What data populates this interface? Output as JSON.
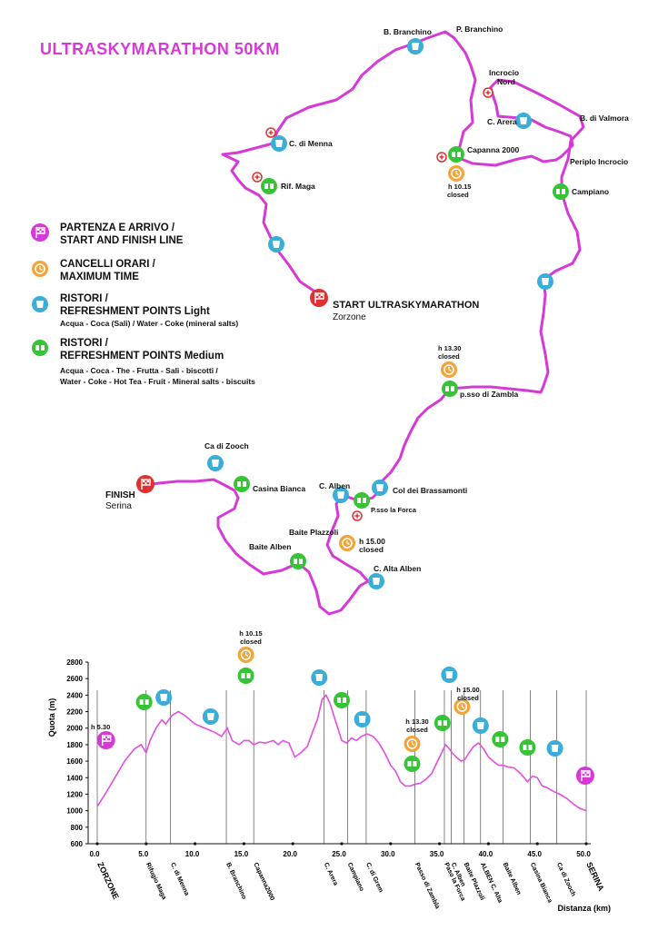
{
  "title": "ULTRASKYMARATHON 50KM",
  "colors": {
    "route": "#d63ad6",
    "start": "#e03030",
    "finish": "#e03030",
    "cutoff": "#f2a43a",
    "light": "#3aaed8",
    "medium": "#36c436",
    "firstaid": "#e03030",
    "profile": "#e14fe0"
  },
  "legend": {
    "start_finish": {
      "line1": "PARTENZA E ARRIVO /",
      "line2": "START AND FINISH LINE"
    },
    "cutoff": {
      "line1": "CANCELLI ORARI /",
      "line2": "MAXIMUM TIME"
    },
    "light": {
      "line1": "RISTORI /",
      "line2": "REFRESHMENT POINTS Light",
      "desc": "Acqua - Coca  (Sali)  / Water - Coke  (mineral salts)"
    },
    "medium": {
      "line1": "RISTORI /",
      "line2": "REFRESHMENT POINTS Medium",
      "desc1": "Acqua - Coca - The - Frutta - Sali - biscotti /",
      "desc2": "Water - Coke - Hot Tea - Fruit - Mineral salts - biscuits"
    }
  },
  "map_labels": {
    "b_branchino": "B. Branchino",
    "p_branchino": "P. Branchino",
    "incrocio_nord_1": "Incrocio",
    "incrocio_nord_2": "Nord",
    "c_arera": "C. Arera",
    "b_valmora": "B. di Valmora",
    "capanna2000": "Capanna 2000",
    "periplo": "Periplo Incrocio",
    "cutoff1_time": "h 10.15",
    "cutoff1_closed": "closed",
    "campiano": "Campiano",
    "c_menna": "C. di Menna",
    "rif_maga": "Rif. Maga",
    "start_1": "START ULTRASKYMARATHON",
    "start_2": "Zorzone",
    "cutoff2_time": "h 13.30",
    "cutoff2_closed": "closed",
    "passo_zambla": "p.sso di Zambla",
    "ca_zooch": "Ca di Zooch",
    "casina_bianca": "Casina Bianca",
    "finish_1": "FINISH",
    "finish_2": "Serina",
    "c_alben": "C. Alben",
    "col_brassamonti": "Col dei Brassamonti",
    "pso_forca": "P.sso la Forca",
    "baite_plazzoli": "Baite Plazzoli",
    "cutoff3_time": "h 15.00",
    "cutoff3_closed": "closed",
    "baite_alben": "Baite Alben",
    "c_alta_alben": "C. Alta Alben"
  },
  "profile": {
    "ylabel": "Quota (m)",
    "xlabel": "Distanza (km)",
    "start_time": "h 5.30",
    "cut1_time": "h 10.15",
    "cut1_closed": "closed",
    "cut2_time": "h 13.30",
    "cut2_closed": "closed",
    "cut3_time": "h 15.00",
    "cut3_closed": "closed",
    "yticks": [
      "600",
      "800",
      "1000",
      "1200",
      "1400",
      "1600",
      "1800",
      "2000",
      "2200",
      "2400",
      "2600",
      "2800"
    ],
    "xticks": [
      "0.0",
      "5.0",
      "10.0",
      "15.0",
      "20.0",
      "25.0",
      "30.0",
      "35.0",
      "40.0",
      "45.0",
      "50.0"
    ],
    "places": [
      {
        "name": "ZORZONE",
        "km": 0.0,
        "bold": true
      },
      {
        "name": "Rifugio Maga",
        "km": 5.0
      },
      {
        "name": "C. di Menna",
        "km": 7.5
      },
      {
        "name": "B. Branchino",
        "km": 13.2
      },
      {
        "name": "Capanna2000",
        "km": 16.0
      },
      {
        "name": "C. Arera",
        "km": 23.2
      },
      {
        "name": "Campiano",
        "km": 25.6
      },
      {
        "name": "C. di Grem",
        "km": 27.5
      },
      {
        "name": "Passo di Zambla",
        "km": 32.5
      },
      {
        "name": "Paso la Forca",
        "km": 35.5
      },
      {
        "name": "C. Alben",
        "km": 36.2
      },
      {
        "name": "Baite Plazzoli",
        "km": 37.5
      },
      {
        "name": "ALBEN C. Alta",
        "km": 39.2
      },
      {
        "name": "Baite Alben",
        "km": 41.5
      },
      {
        "name": "Casina Bianca",
        "km": 44.3
      },
      {
        "name": "Ca di Zooch",
        "km": 47.0
      },
      {
        "name": "SERINA",
        "km": 50.0,
        "bold": true
      }
    ]
  },
  "chart_data": {
    "type": "area",
    "title": "",
    "xlabel": "Distanza (km)",
    "ylabel": "Quota (m)",
    "xlim": [
      0,
      50
    ],
    "ylim": [
      600,
      2800
    ],
    "x": [
      0,
      0.8,
      1.8,
      2.8,
      3.8,
      4.5,
      5.0,
      5.4,
      6.0,
      6.6,
      7.0,
      7.6,
      8.3,
      9.0,
      10.0,
      11.0,
      12.0,
      12.7,
      13.3,
      13.8,
      14.5,
      15.0,
      15.5,
      16.0,
      16.6,
      17.2,
      18.0,
      18.5,
      19.0,
      19.6,
      20.2,
      20.8,
      21.5,
      22.0,
      22.5,
      23.0,
      23.4,
      23.8,
      24.2,
      24.6,
      25.0,
      25.5,
      26.0,
      26.5,
      27.0,
      27.6,
      28.2,
      28.8,
      29.4,
      30.0,
      30.5,
      31.0,
      31.5,
      32.0,
      32.5,
      33.0,
      33.6,
      34.2,
      34.8,
      35.3,
      35.6,
      36.0,
      36.3,
      36.7,
      37.2,
      37.6,
      38.0,
      38.5,
      39.0,
      39.5,
      40.0,
      40.5,
      41.0,
      41.5,
      42.0,
      42.6,
      43.3,
      44.0,
      44.5,
      45.0,
      45.5,
      46.0,
      46.7,
      47.3,
      48.0,
      48.7,
      49.3,
      50.0
    ],
    "y": [
      1050,
      1200,
      1400,
      1600,
      1750,
      1800,
      1700,
      1850,
      2000,
      2100,
      2050,
      2150,
      2200,
      2150,
      2050,
      2000,
      1950,
      1900,
      2000,
      1850,
      1800,
      1850,
      1850,
      1800,
      1830,
      1820,
      1850,
      1800,
      1850,
      1820,
      1650,
      1700,
      1780,
      1950,
      2100,
      2350,
      2400,
      2300,
      2150,
      2000,
      1850,
      1820,
      1880,
      1850,
      1900,
      1930,
      1900,
      1820,
      1700,
      1550,
      1480,
      1350,
      1300,
      1300,
      1320,
      1330,
      1380,
      1450,
      1600,
      1720,
      1800,
      1750,
      1700,
      1650,
      1600,
      1620,
      1700,
      1780,
      1820,
      1750,
      1650,
      1600,
      1550,
      1550,
      1530,
      1520,
      1450,
      1350,
      1420,
      1400,
      1300,
      1280,
      1230,
      1200,
      1150,
      1080,
      1030,
      1000
    ]
  }
}
